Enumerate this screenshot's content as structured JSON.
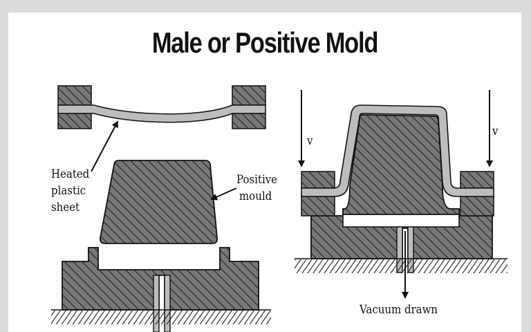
{
  "title": "Male or Positive Mold",
  "labels": {
    "heated_line1": "Heated",
    "heated_line2": "plastic",
    "heated_line3": "sheet",
    "positive_line1": "Positive",
    "positive_line2": "mould",
    "v_left": "v",
    "v_right": "v",
    "vacuum": "Vacuum drawn"
  },
  "colors": {
    "hatch_fill": "#777777",
    "sheet_fill": "#bdbdbd",
    "outline": "#111111",
    "background": "#dcdcdc",
    "panel": "#ffffff"
  }
}
